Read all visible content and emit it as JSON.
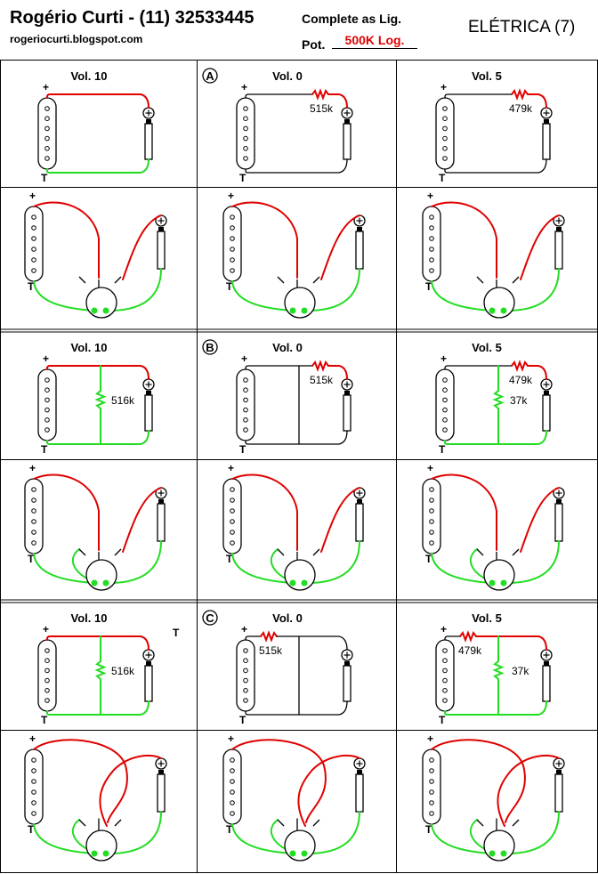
{
  "header": {
    "title": "Rogério Curti - (11) 32533445",
    "blog": "rogeriocurti.blogspot.com",
    "complete": "Complete as Lig.",
    "pot_label": "Pot.",
    "pot_value": "500K Log.",
    "eletrica": "ELÉTRICA (7)"
  },
  "colors": {
    "hot": "#e00000",
    "ground": "#22dd22",
    "neutral": "#000000"
  },
  "symbols": {
    "plus": "+",
    "terminal": "T"
  },
  "sections": [
    {
      "letter": "A",
      "panels": [
        {
          "vol_label": "Vol.",
          "vol_value": "10",
          "kind": "direct",
          "series_label": "",
          "shunt_label": ""
        },
        {
          "vol_label": "Vol.",
          "vol_value": "0",
          "kind": "series",
          "series_label": "515k",
          "shunt_label": ""
        },
        {
          "vol_label": "Vol.",
          "vol_value": "5",
          "kind": "series",
          "series_label": "479k",
          "shunt_label": ""
        }
      ]
    },
    {
      "letter": "B",
      "panels": [
        {
          "vol_label": "Vol.",
          "vol_value": "10",
          "kind": "shunt",
          "series_label": "",
          "shunt_label": "516k"
        },
        {
          "vol_label": "Vol.",
          "vol_value": "0",
          "kind": "series_short",
          "series_label": "515k",
          "shunt_label": ""
        },
        {
          "vol_label": "Vol.",
          "vol_value": "5",
          "kind": "series_shunt",
          "series_label": "479k",
          "shunt_label": "37k"
        }
      ]
    },
    {
      "letter": "C",
      "panels": [
        {
          "vol_label": "Vol.",
          "vol_value": "10",
          "kind": "shunt",
          "series_label": "",
          "shunt_label": "516k",
          "extra_t": "T"
        },
        {
          "vol_label": "Vol.",
          "vol_value": "0",
          "kind": "c_short",
          "series_label": "515k",
          "shunt_label": ""
        },
        {
          "vol_label": "Vol.",
          "vol_value": "5",
          "kind": "c_shunt",
          "series_label": "479k",
          "shunt_label": "37k"
        }
      ]
    }
  ]
}
